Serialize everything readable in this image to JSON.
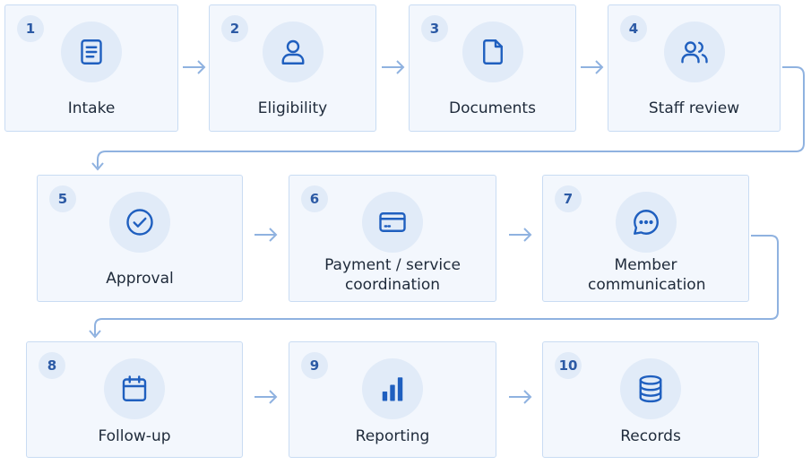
{
  "steps": [
    {
      "num": "1",
      "label": "Intake",
      "icon": "document-icon"
    },
    {
      "num": "2",
      "label": "Eligibility",
      "icon": "person-icon"
    },
    {
      "num": "3",
      "label": "Documents",
      "icon": "file-icon"
    },
    {
      "num": "4",
      "label": "Staff review",
      "icon": "people-icon"
    },
    {
      "num": "5",
      "label": "Approval",
      "icon": "check-circle-icon"
    },
    {
      "num": "6",
      "label": "Payment / service coordination",
      "icon": "credit-card-icon"
    },
    {
      "num": "7",
      "label": "Member communication",
      "icon": "chat-bubble-icon"
    },
    {
      "num": "8",
      "label": "Follow-up",
      "icon": "calendar-icon"
    },
    {
      "num": "9",
      "label": "Reporting",
      "icon": "bar-chart-icon"
    },
    {
      "num": "10",
      "label": "Records",
      "icon": "database-icon"
    }
  ],
  "colors": {
    "card_bg": "#f3f7fd",
    "card_border": "#c9dcf3",
    "accent": "#2c5aa5",
    "icon_blue": "#1f5fbf",
    "arrow": "#8fb2e0"
  }
}
